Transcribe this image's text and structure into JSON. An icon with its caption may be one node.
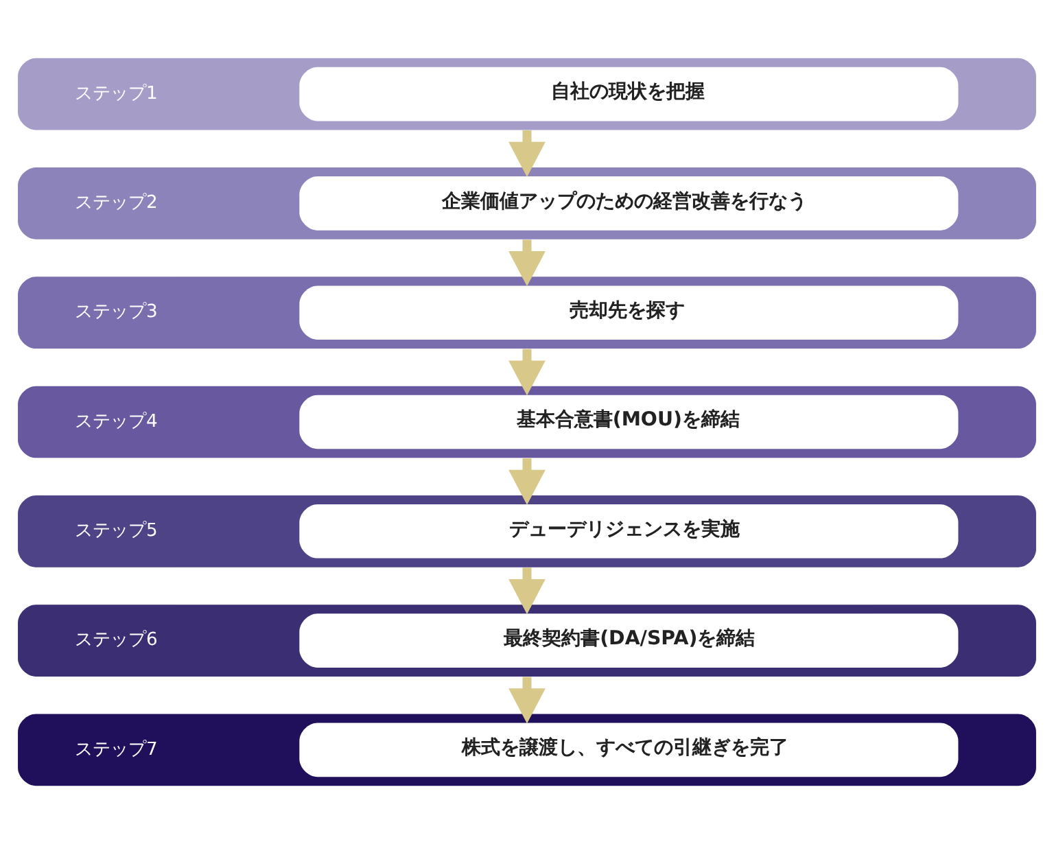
{
  "diagram": {
    "nodes": [
      {
        "text": [
          "ステップ1",
          "自社の現状を把握"
        ]
      },
      {
        "text": [
          "ステップ2",
          "企業価値アップのための経営改善を行なう"
        ]
      },
      {
        "text": [
          "ステップ3",
          "売却先を探す"
        ]
      },
      {
        "text": [
          "ステップ4",
          "基本合意書(MOU)を締結"
        ]
      },
      {
        "text": [
          "ステップ5",
          "デューデリジェンスを実施"
        ]
      },
      {
        "text": [
          "ステップ6",
          "最終契約書(DA/SPA)を締結"
        ]
      },
      {
        "text": [
          "ステップ7",
          "株式を譲渡し、すべての引継ぎを完了"
        ]
      }
    ],
    "edges": [
      {
        "from": 0,
        "to": 1,
        "arrow": "to"
      },
      {
        "from": 1,
        "to": 2,
        "arrow": "to"
      },
      {
        "from": 2,
        "to": 3,
        "arrow": "to"
      },
      {
        "from": 3,
        "to": 4,
        "arrow": "to"
      },
      {
        "from": 4,
        "to": 5,
        "arrow": "to"
      },
      {
        "from": 5,
        "to": 6,
        "arrow": "to"
      }
    ]
  }
}
